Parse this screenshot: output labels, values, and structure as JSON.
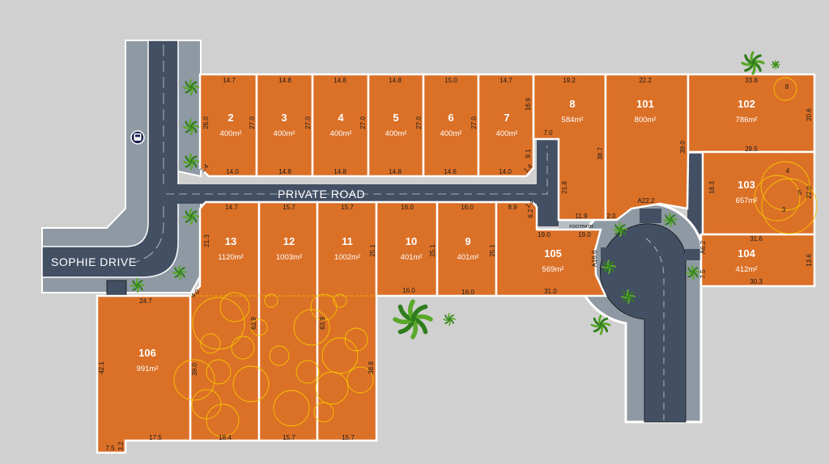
{
  "roads": {
    "private_road": "PRIVATE ROAD",
    "sophie_drive": "SOPHIE DRIVE",
    "footpath": "FOOTPATH"
  },
  "icons": {
    "bus_stop": "bus-icon",
    "palm": "palm-tree-icon"
  },
  "colors": {
    "lot": "#db7027",
    "road": "#434f63",
    "verge": "#8e99a3",
    "background": "#d0d0d0",
    "tree_outline": "#f5c400"
  },
  "lots": [
    {
      "number": "2",
      "area": "400m²"
    },
    {
      "number": "3",
      "area": "400m²"
    },
    {
      "number": "4",
      "area": "400m²"
    },
    {
      "number": "5",
      "area": "400m²"
    },
    {
      "number": "6",
      "area": "400m²"
    },
    {
      "number": "7",
      "area": "400m²"
    },
    {
      "number": "8",
      "area": "584m²"
    },
    {
      "number": "101",
      "area": "800m²"
    },
    {
      "number": "102",
      "area": "786m²"
    },
    {
      "number": "103",
      "area": "657m²"
    },
    {
      "number": "104",
      "area": "412m²"
    },
    {
      "number": "13",
      "area": "1120m²"
    },
    {
      "number": "12",
      "area": "1003m²"
    },
    {
      "number": "11",
      "area": "1002m²"
    },
    {
      "number": "10",
      "area": "401m²"
    },
    {
      "number": "9",
      "area": "401m²"
    },
    {
      "number": "105",
      "area": "569m²"
    },
    {
      "number": "106",
      "area": "991m²"
    }
  ],
  "dimensions": [
    "14.7",
    "14.8",
    "14.8",
    "14.8",
    "15.0",
    "14.7",
    "19.2",
    "22.2",
    "33.8",
    "14.0",
    "14.8",
    "14.8",
    "14.8",
    "14.6",
    "14.0",
    "26.0",
    "27.0",
    "27.0",
    "27.0",
    "27.0",
    "27.0",
    "16.9",
    "9.1",
    "38.7",
    "21.8",
    "39.0",
    "20.6",
    "29.5",
    "18.3",
    "22.0",
    "31.6",
    "13.6",
    "30.3",
    "7.5",
    "A6.2",
    "7.0",
    "11.9",
    "2.0",
    "A22.2",
    "1.4",
    "1.4",
    "14.7",
    "15.7",
    "15.7",
    "16.0",
    "16.0",
    "8.9",
    "21.3",
    "25.1",
    "25.1",
    "25.1",
    "16.0",
    "16.0",
    "6.2",
    "19.0",
    "19.0",
    "A16.6",
    "31.0",
    "1.4",
    "24.7",
    "42.1",
    "17.5",
    "7.5",
    "3.2",
    "18.4",
    "15.7",
    "15.7",
    "39.0",
    "63.9",
    "63.9",
    "38.8",
    "4.0",
    "8",
    "4",
    "5",
    "3"
  ]
}
